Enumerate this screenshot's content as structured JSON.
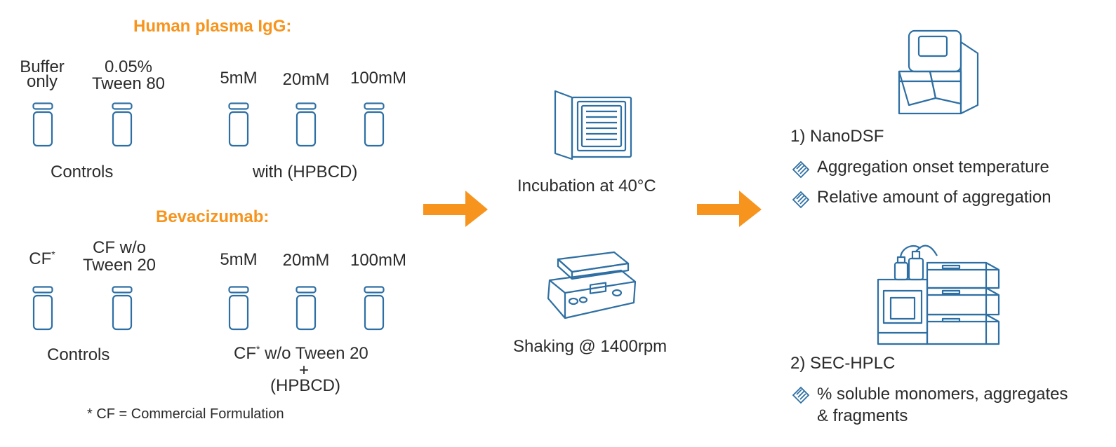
{
  "colors": {
    "accent": "#f7941d",
    "icon": "#2e6fa3",
    "text": "#2b2b2b"
  },
  "section1": {
    "title": "Human plasma IgG:",
    "vial_labels": [
      "Buffer\nonly",
      "0.05%\nTween 80",
      "5mM",
      "20mM",
      "100mM"
    ],
    "group_controls": "Controls",
    "group_treatment": "with (HPBCD)"
  },
  "section2": {
    "title": "Bevacizumab:",
    "vial_labels": [
      "CF*",
      "CF w/o\nTween 20",
      "5mM",
      "20mM",
      "100mM"
    ],
    "group_controls": "Controls",
    "group_treatment_line1": "CF* w/o Tween 20",
    "group_treatment_line2": "+",
    "group_treatment_line3": "(HPBCD)"
  },
  "footnote": "* CF = Commercial Formulation",
  "stress": {
    "incubation": "Incubation at 40°C",
    "shaking": "Shaking @ 1400rpm",
    "incubator_icon": "incubator-icon",
    "shaker_icon": "shaker-icon"
  },
  "analysis": {
    "method1": "1) NanoDSF",
    "method1_items": [
      "Aggregation onset temperature",
      "Relative amount of aggregation"
    ],
    "method2": "2) SEC-HPLC",
    "method2_items": [
      "% soluble monomers, aggregates\n& fragments"
    ],
    "nanodsf_icon": "nanodsf-instrument-icon",
    "hplc_icon": "hplc-instrument-icon",
    "bullet_icon": "diamond-hatched-icon"
  }
}
